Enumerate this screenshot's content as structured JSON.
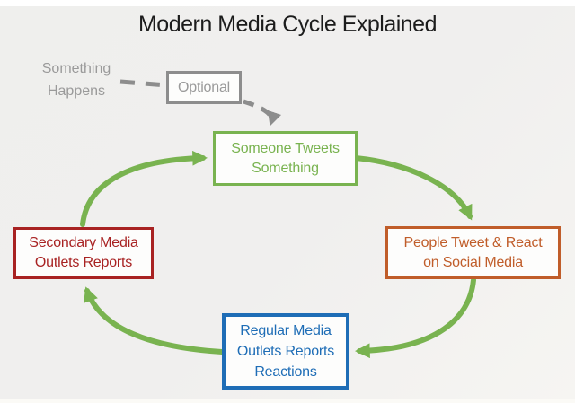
{
  "title": "Modern Media Cycle Explained",
  "colors": {
    "title": "#1c1c1c",
    "green": "#79b350",
    "red": "#a82222",
    "orange": "#c05d2a",
    "blue": "#1e6db6",
    "gray": "#8d8d8d",
    "gray-text": "#9a9a9a",
    "box-bg": "#fdfdfc"
  },
  "nodes": {
    "trigger": {
      "line1": "Something",
      "line2": "Happens"
    },
    "optional": {
      "label": "Optional"
    },
    "tweet": {
      "line1": "Someone Tweets",
      "line2": "Something"
    },
    "react": {
      "line1": "People Tweet & React",
      "line2": "on Social Media"
    },
    "regular": {
      "line1": "Regular Media",
      "line2": "Outlets Reports",
      "line3": "Reactions"
    },
    "secondary": {
      "line1": "Secondary Media",
      "line2": "Outlets Reports"
    }
  }
}
